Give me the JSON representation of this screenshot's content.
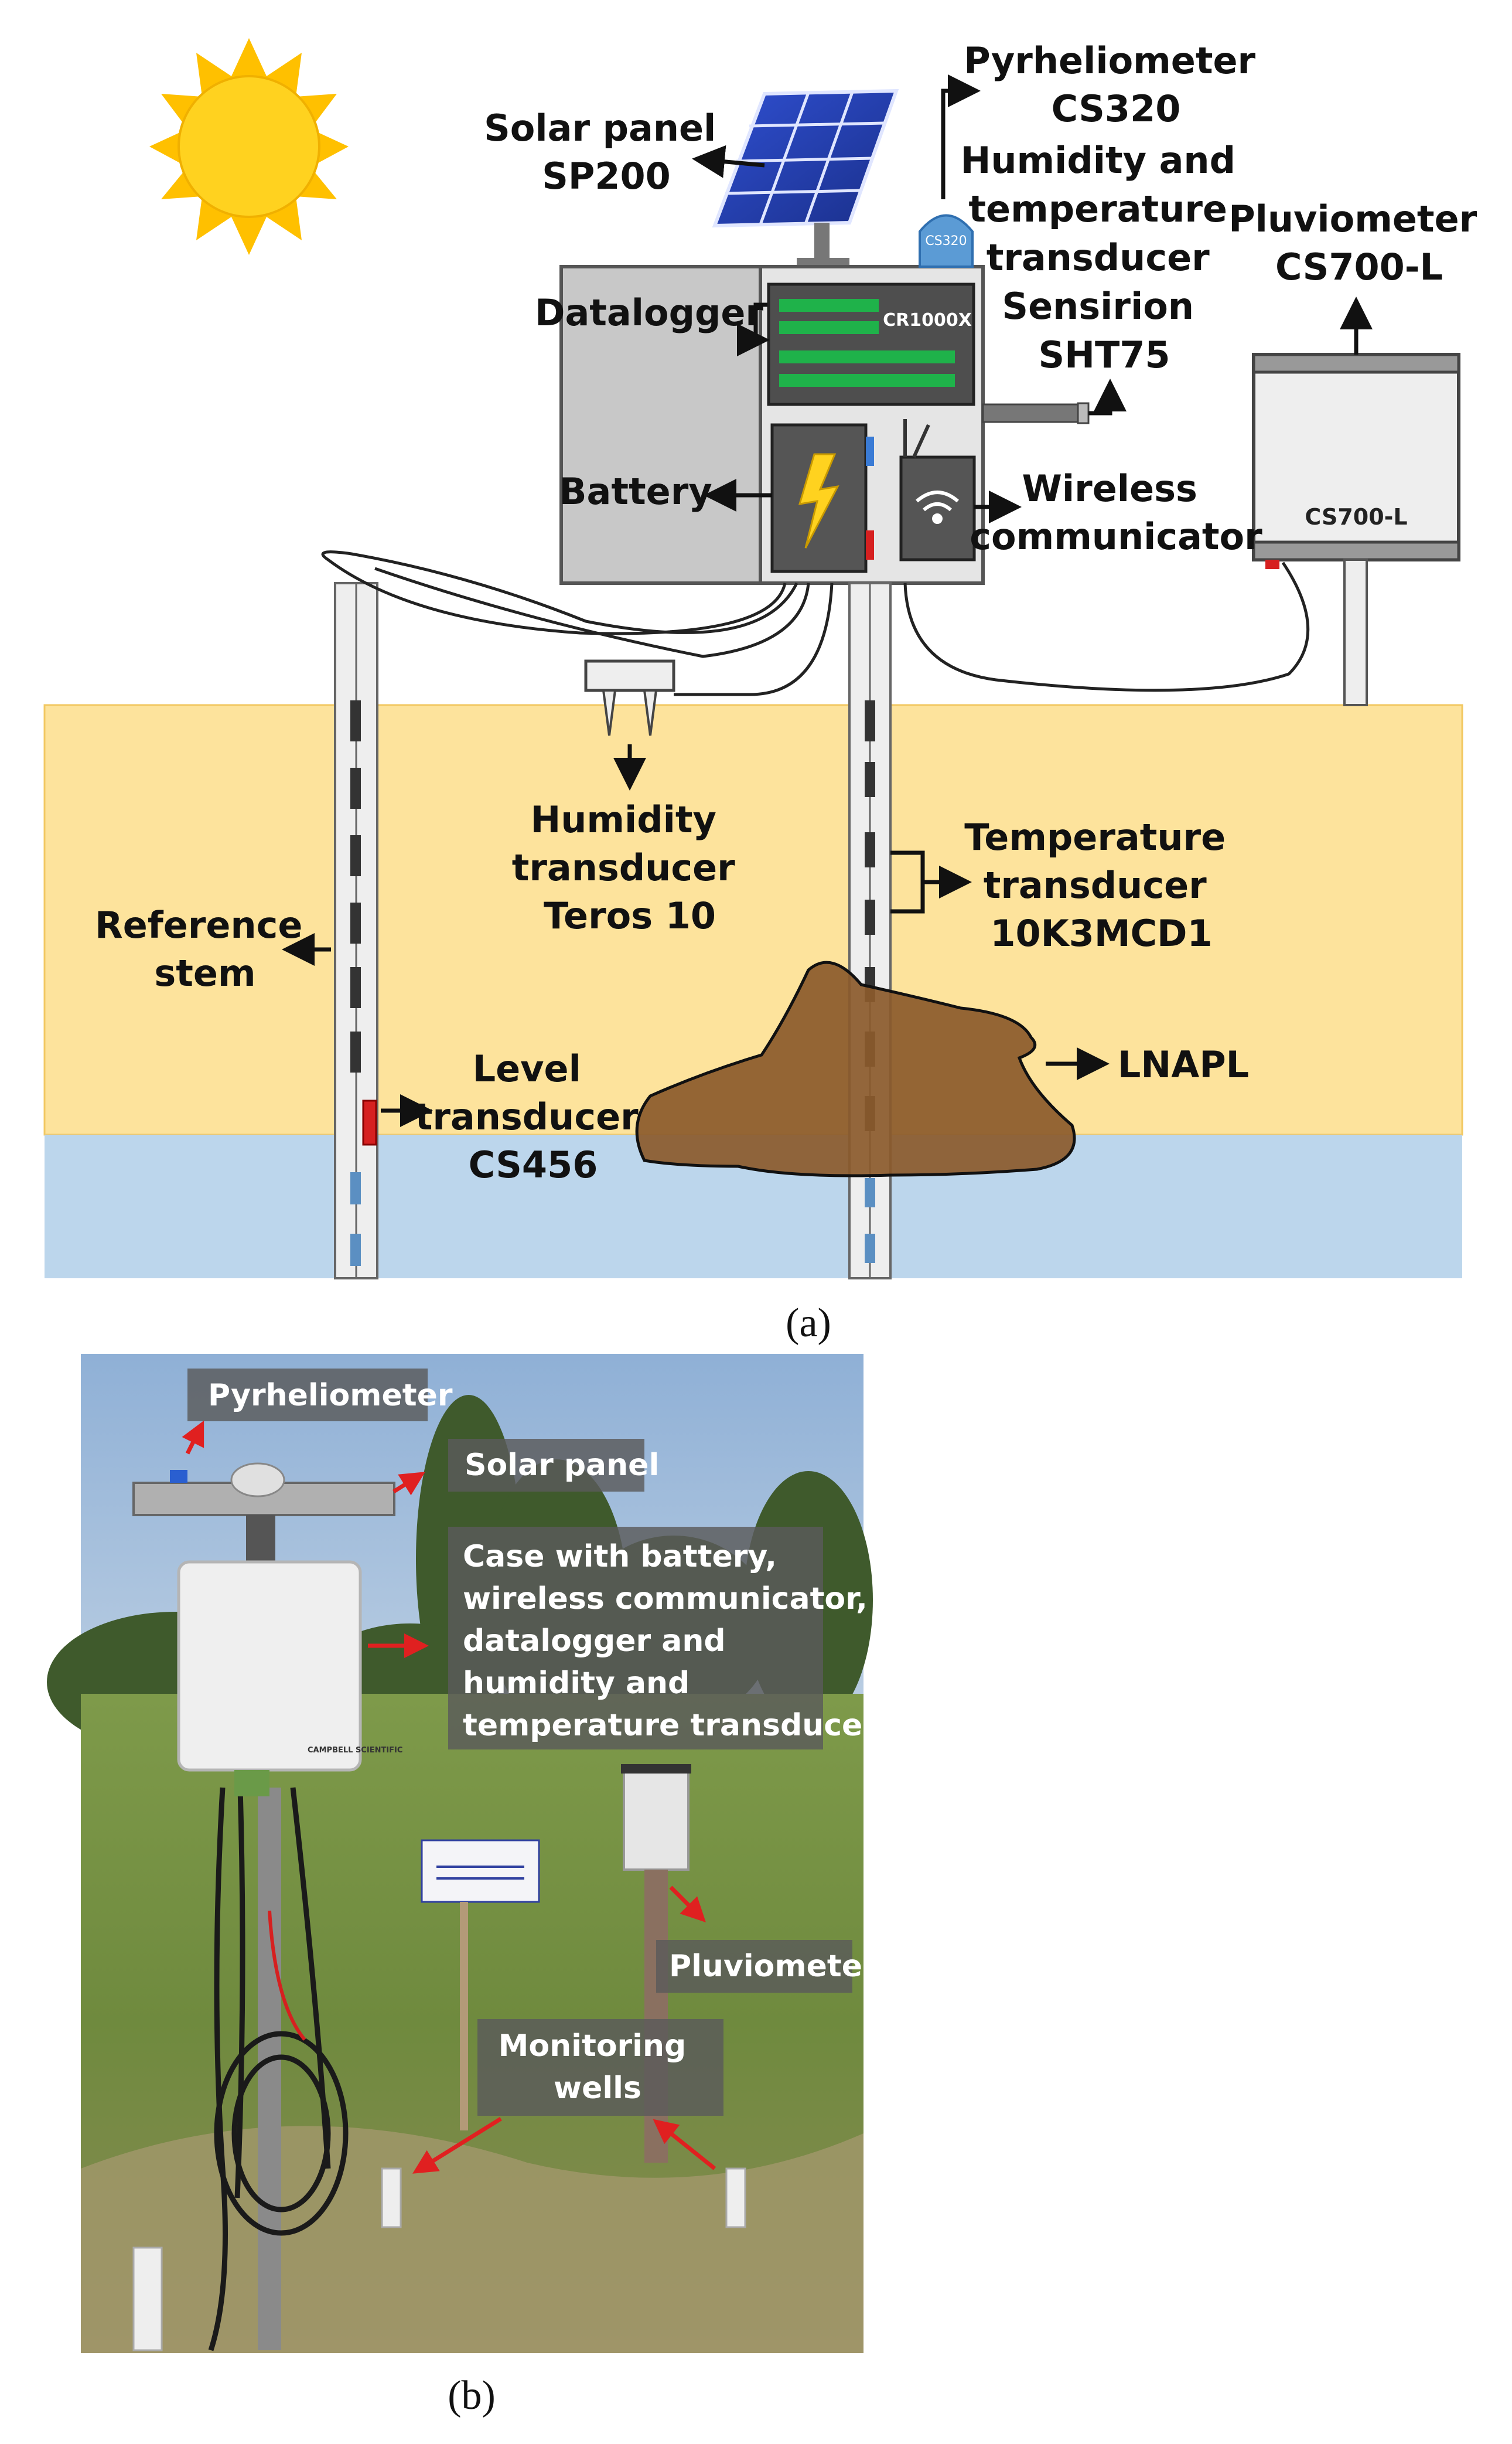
{
  "panel_a": {
    "caption": "(a)",
    "solar_panel": [
      "Solar panel",
      "SP200"
    ],
    "pyrheliometer": [
      "Pyrheliometer",
      "CS320"
    ],
    "humidity_temperature": [
      "Humidity and",
      "temperature",
      "transducer",
      "Sensirion",
      "SHT75"
    ],
    "pluviometer": [
      "Pluviometer",
      "CS700-L"
    ],
    "datalogger": "Datalogger",
    "datalogger_model": "CR1000X",
    "sensor_cap_model": "CS320",
    "battery": "Battery",
    "wireless": [
      "Wireless",
      "communicator"
    ],
    "pluviometer_box_model": "CS700-L",
    "humidity_transducer": [
      "Humidity",
      "transducer",
      "Teros 10"
    ],
    "temperature_transducer": [
      "Temperature",
      "transducer",
      "10K3MCD1"
    ],
    "reference_stem": [
      "Reference",
      "stem"
    ],
    "level_transducer": [
      "Level",
      "transducer",
      "CS456"
    ],
    "lnapl": "LNAPL",
    "colors": {
      "soil": "#fde39c",
      "water": "#bcd6ec",
      "lnapl": "#8b5a2b",
      "case": "#c8c8c8",
      "sun": "#ffd21f"
    }
  },
  "panel_b": {
    "caption": "(b)",
    "pyrheliometer": "Pyrheliometer",
    "solar_panel": "Solar panel",
    "case": [
      "Case with battery,",
      "wireless communicator,",
      "datalogger and",
      "humidity and",
      "temperature transducer"
    ],
    "pluviometer": "Pluviometer",
    "monitoring_wells": [
      "Monitoring",
      "wells"
    ],
    "brand": "CAMPBELL SCIENTIFIC"
  }
}
